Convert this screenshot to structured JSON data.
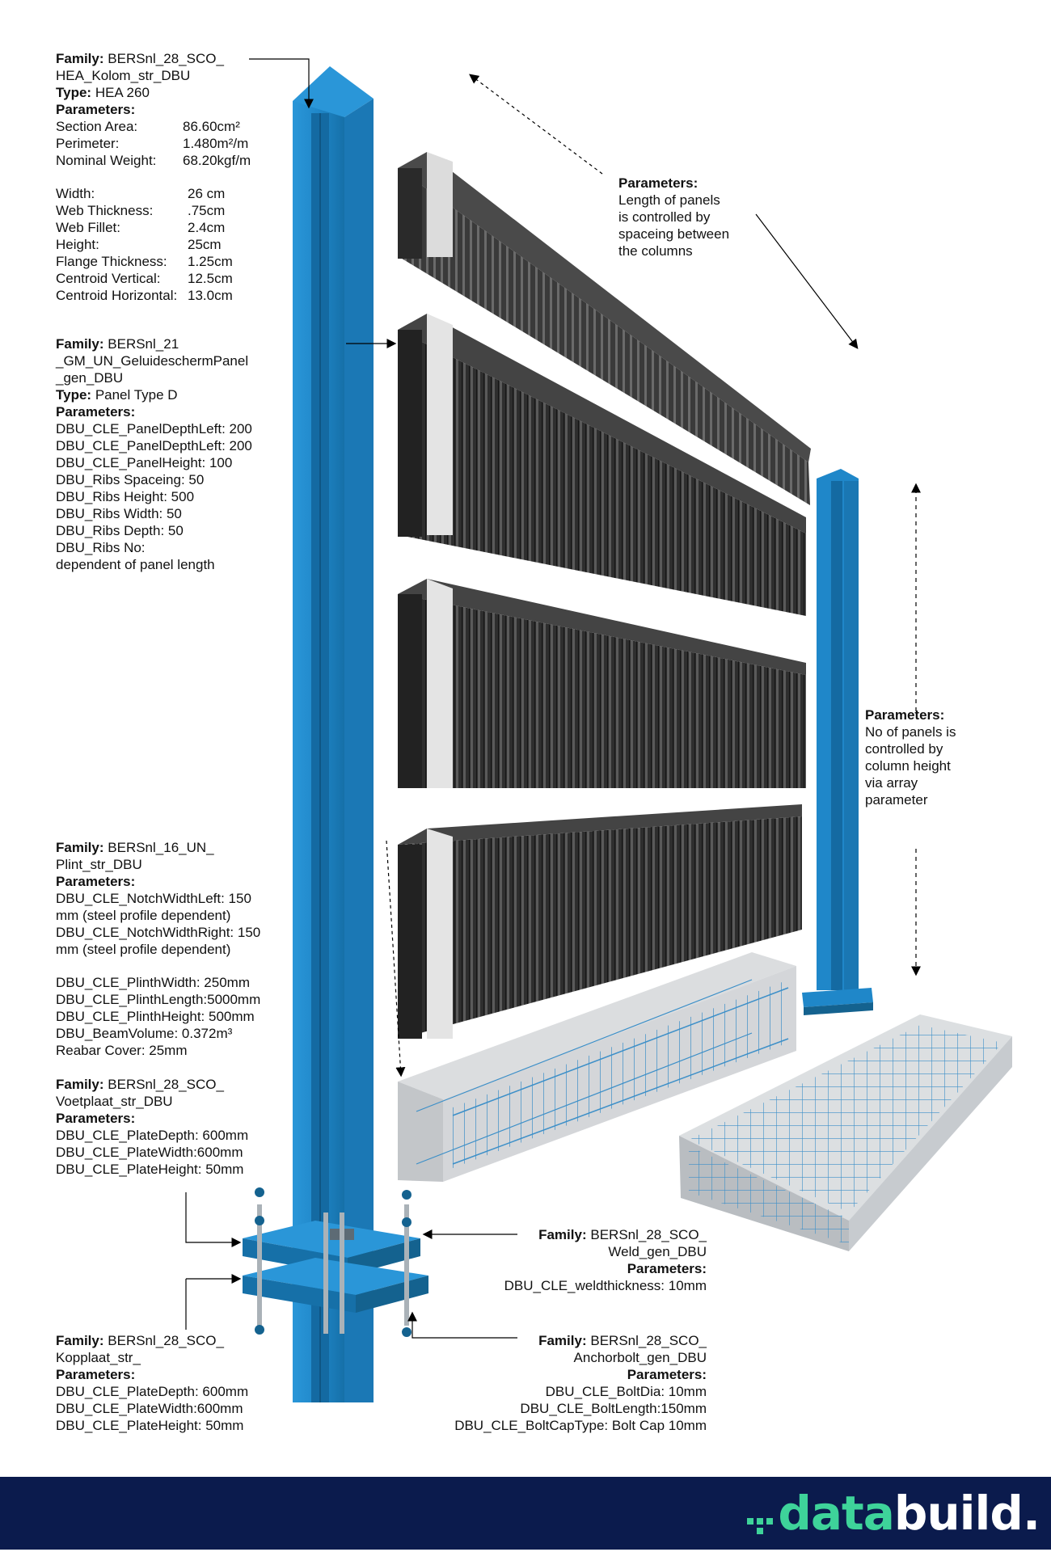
{
  "annotations": {
    "column": {
      "family_label": "Family:",
      "family_lines": [
        "BERSnl_28_SCO_",
        "HEA_Kolom_str_DBU"
      ],
      "type_label": "Type:",
      "type_value": "HEA 260",
      "parameters_label": "Parameters:",
      "props_a": [
        {
          "k": "Section Area:",
          "v": "86.60cm²"
        },
        {
          "k": "Perimeter:",
          "v": "1.480m²/m"
        },
        {
          "k": "Nominal Weight:",
          "v": "68.20kgf/m"
        }
      ],
      "props_b": [
        {
          "k": "Width:",
          "v": "26 cm"
        },
        {
          "k": "Web Thickness:",
          "v": ".75cm"
        },
        {
          "k": "Web Fillet:",
          "v": "2.4cm"
        },
        {
          "k": "Height:",
          "v": "25cm"
        },
        {
          "k": "Flange Thickness:",
          "v": "1.25cm"
        },
        {
          "k": "Centroid Vertical:",
          "v": "12.5cm"
        },
        {
          "k": "Centroid Horizontal:",
          "v": "13.0cm"
        }
      ]
    },
    "panel": {
      "family_label": "Family:",
      "family_lines": [
        "BERSnl_21",
        "_GM_UN_GeluideschermPanel",
        "_gen_DBU"
      ],
      "type_label": "Type:",
      "type_value": "Panel Type D",
      "parameters_label": "Parameters:",
      "params": [
        "DBU_CLE_PanelDepthLeft: 200",
        "DBU_CLE_PanelDepthLeft: 200",
        "DBU_CLE_PanelHeight: 100",
        "DBU_Ribs Spaceing: 50",
        "DBU_Ribs Height: 500",
        "DBU_Ribs Width: 50",
        "DBU_Ribs Depth: 50",
        "DBU_Ribs No:",
        "dependent of panel length"
      ]
    },
    "panel_length": {
      "parameters_label": "Parameters:",
      "lines": [
        "Length of panels",
        "is controlled by",
        "spaceing between",
        "the columns"
      ]
    },
    "panel_count": {
      "parameters_label": "Parameters:",
      "lines": [
        "No of panels is",
        "controlled by",
        "column height",
        "via array",
        "parameter"
      ]
    },
    "plinth": {
      "family_label": "Family:",
      "family_lines": [
        "BERSnl_16_UN_",
        "Plint_str_DBU"
      ],
      "parameters_label": "Parameters:",
      "params_a": [
        "DBU_CLE_NotchWidthLeft: 150",
        "mm (steel profile dependent)",
        "DBU_CLE_NotchWidthRight: 150",
        "mm (steel profile dependent)"
      ],
      "params_b": [
        "DBU_CLE_PlinthWidth: 250mm",
        "DBU_CLE_PlinthLength:5000mm",
        "DBU_CLE_PlinthHeight: 500mm",
        "DBU_BeamVolume: 0.372m³",
        "Reabar Cover: 25mm"
      ]
    },
    "footplate": {
      "family_label": "Family:",
      "family_lines": [
        "BERSnl_28_SCO_",
        "Voetplaat_str_DBU"
      ],
      "parameters_label": "Parameters:",
      "params": [
        "DBU_CLE_PlateDepth: 600mm",
        "DBU_CLE_PlateWidth:600mm",
        "DBU_CLE_PlateHeight: 50mm"
      ]
    },
    "weld": {
      "family_label": "Family:",
      "family_lines": [
        "BERSnl_28_SCO_",
        "Weld_gen_DBU"
      ],
      "parameters_label": "Parameters:",
      "params": [
        "DBU_CLE_weldthickness: 10mm"
      ]
    },
    "coupling_plate": {
      "family_label": "Family:",
      "family_lines": [
        "BERSnl_28_SCO_",
        "Kopplaat_str_"
      ],
      "parameters_label": "Parameters:",
      "params": [
        "DBU_CLE_PlateDepth: 600mm",
        "DBU_CLE_PlateWidth:600mm",
        "DBU_CLE_PlateHeight: 50mm"
      ]
    },
    "anchorbolt": {
      "family_label": "Family:",
      "family_lines": [
        "BERSnl_28_SCO_",
        "Anchorbolt_gen_DBU"
      ],
      "parameters_label": "Parameters:",
      "params": [
        "DBU_CLE_BoltDia: 10mm",
        "DBU_CLE_BoltLength:150mm",
        "DBU_CLE_BoltCapType: Bolt Cap 10mm"
      ]
    }
  },
  "logo": {
    "part1": "data",
    "part2": "build",
    "dot": "."
  },
  "colors": {
    "steel": "#1f87c9",
    "steel_dark": "#14628f",
    "panel": "#2b2b2b",
    "rebar": "#3c8fc8",
    "concrete": "#c9cccf",
    "footer": "#0b1b4d",
    "logo_green": "#3ed39a"
  }
}
